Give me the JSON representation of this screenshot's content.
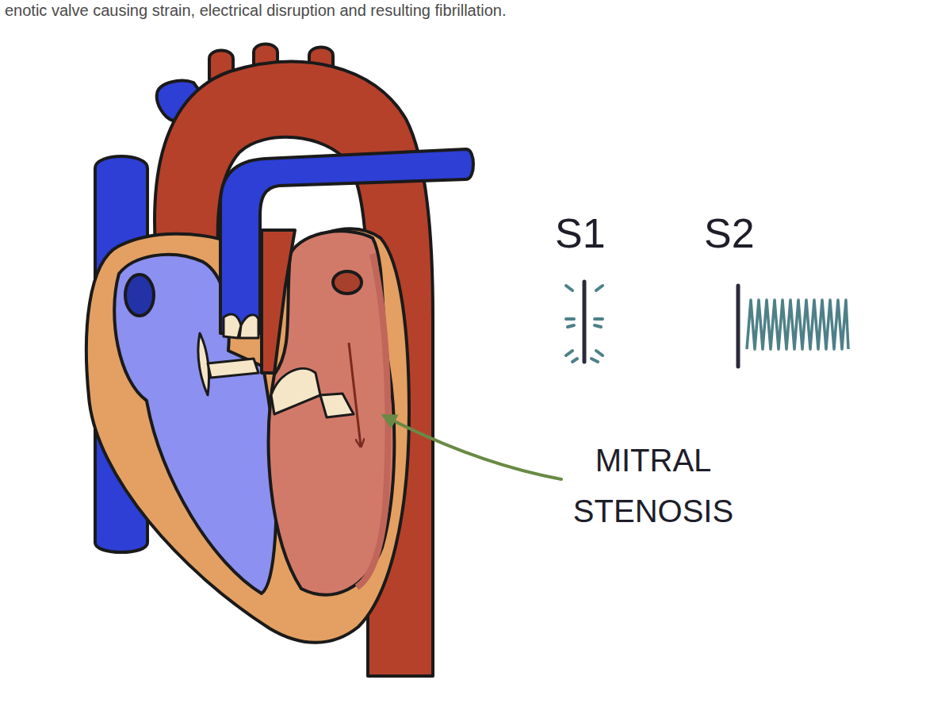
{
  "diagram": {
    "labels": [
      "enotic valve causing strain, electrical disruption and resulting fibrillation.",
      "S1",
      "S2",
      "MITRAL STENOSIS"
    ]
  }
}
